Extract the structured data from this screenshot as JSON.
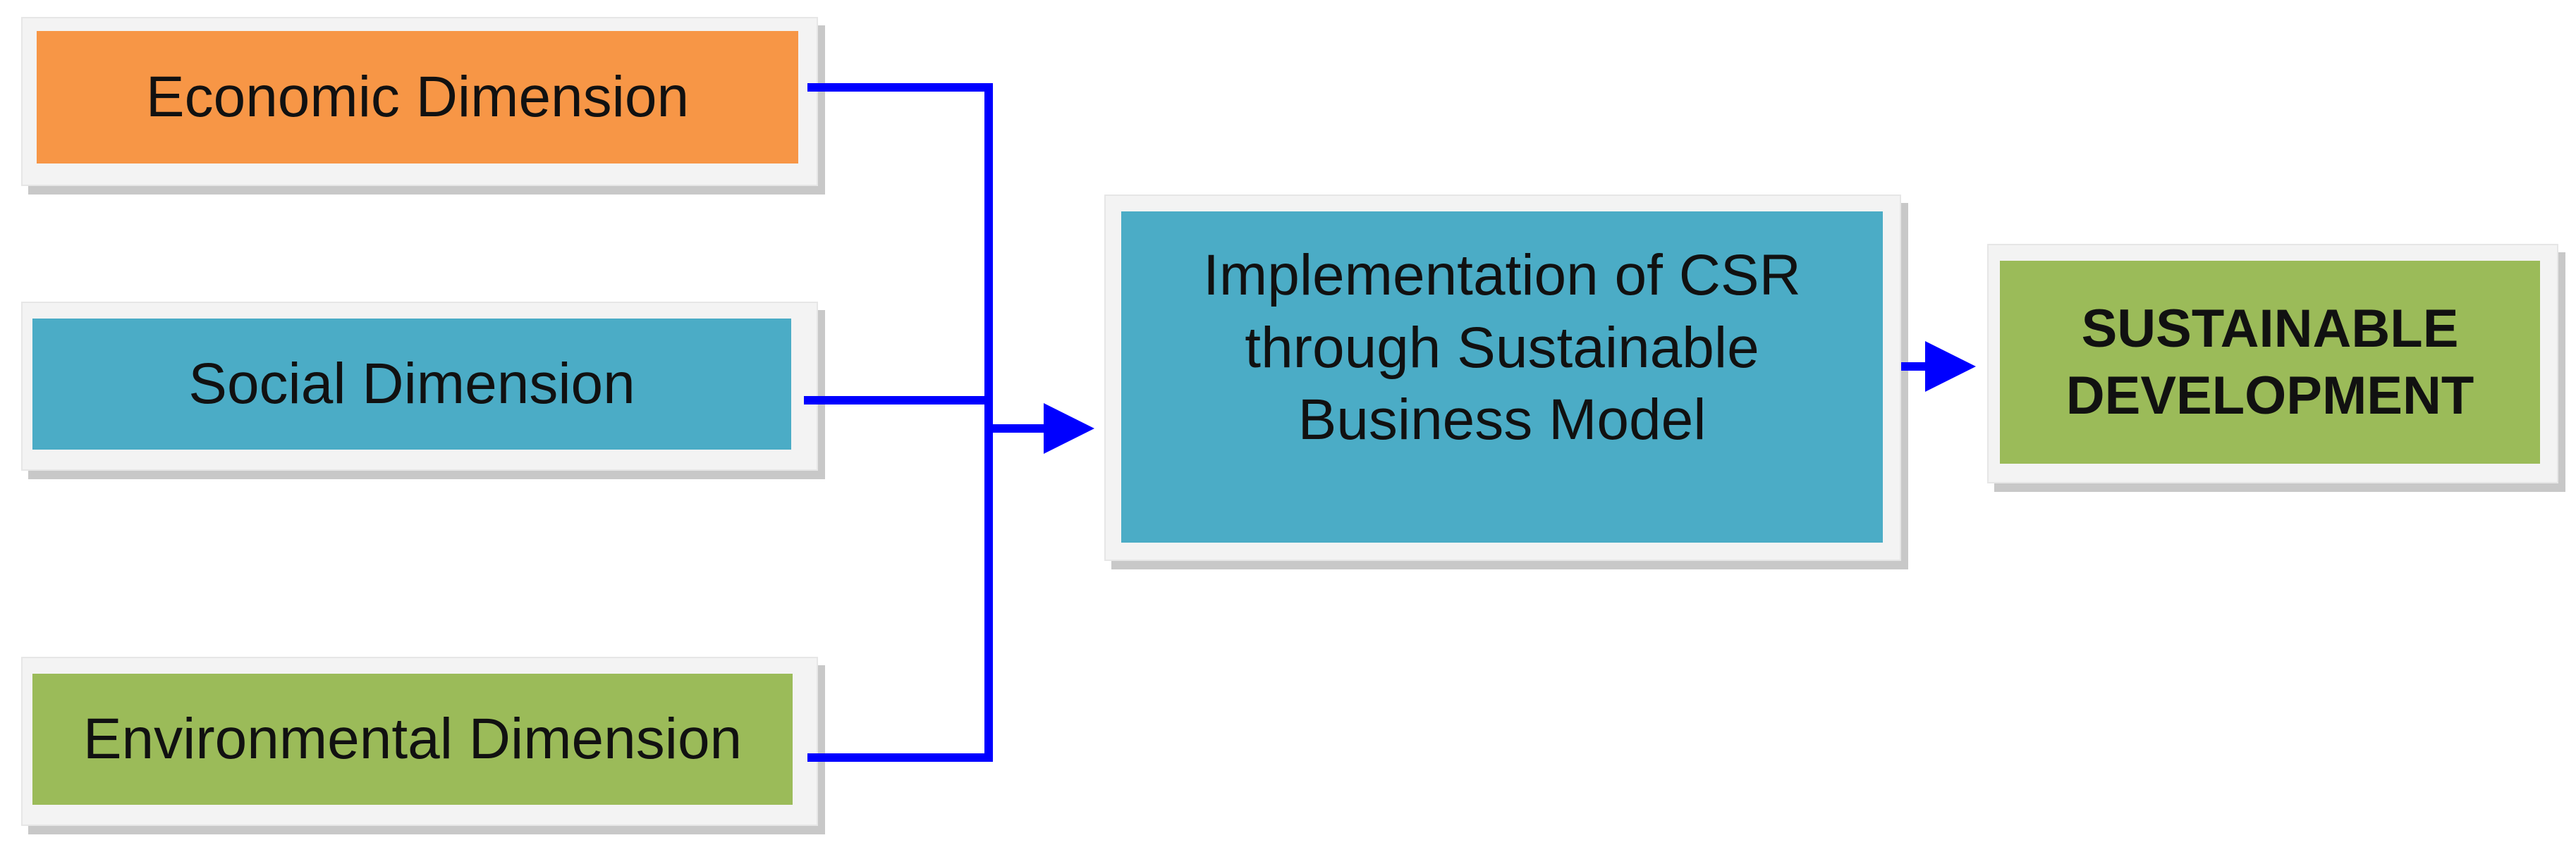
{
  "nodes": {
    "economic": {
      "label": "Economic Dimension",
      "color": "#f79646"
    },
    "social": {
      "label": "Social Dimension",
      "color": "#4bacc6"
    },
    "environmental": {
      "label": "Environmental Dimension",
      "color": "#9bbb59"
    },
    "csr": {
      "label": "Implementation of CSR through Sustainable Business Model",
      "color": "#4bacc6"
    },
    "sustainable": {
      "label": "SUSTAINABLE DEVELOPMENT",
      "color": "#9bbb59"
    }
  },
  "colors": {
    "connector": "#0000ff"
  }
}
